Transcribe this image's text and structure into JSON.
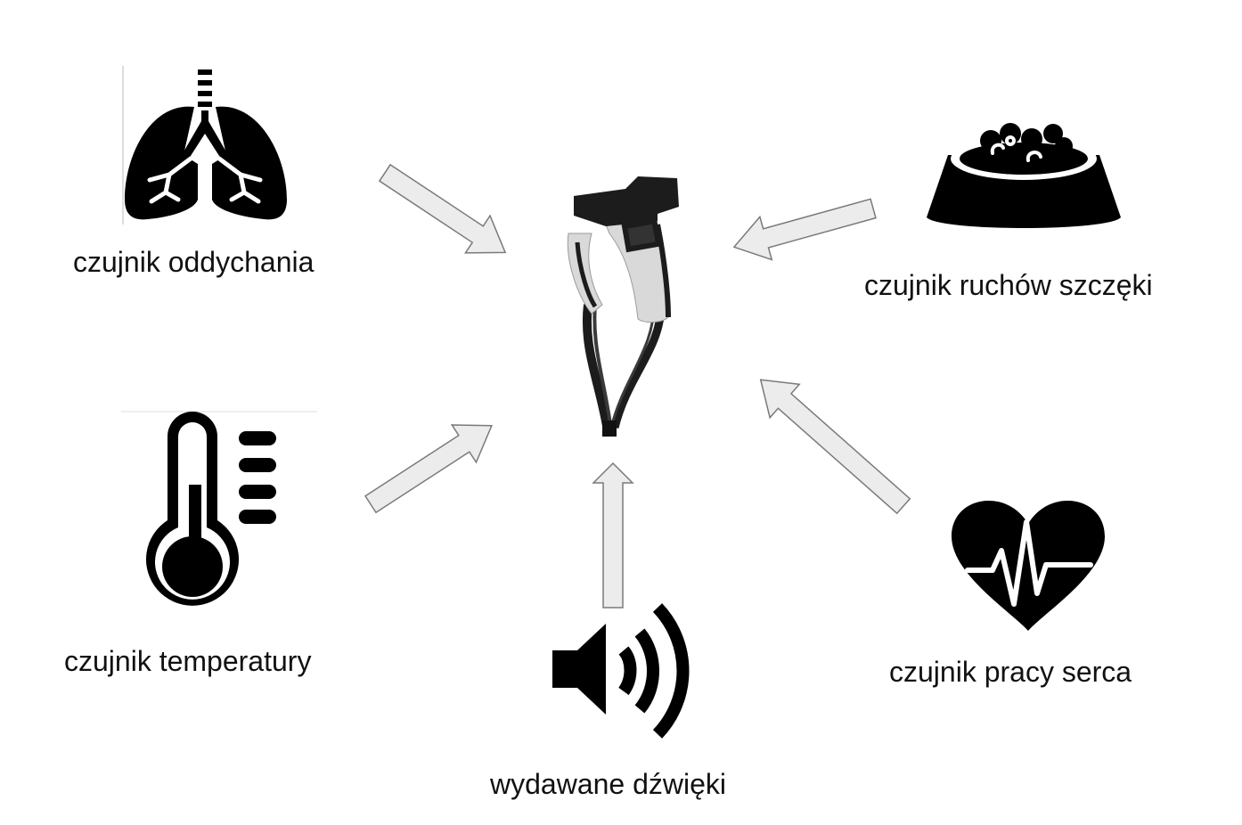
{
  "labels": {
    "breathing": "czujnik oddychania",
    "jaw": "czujnik ruchów szczęki",
    "temperature": "czujnik temperatury",
    "heart": "czujnik pracy serca",
    "sound": "wydawane dźwięki"
  },
  "icons": {
    "breathing": "lungs-icon",
    "jaw": "food-bowl-icon",
    "temperature": "thermometer-icon",
    "heart": "heart-pulse-icon",
    "sound": "speaker-icon",
    "center": "collar-device-image"
  },
  "colors": {
    "icon": "#000000",
    "arrow_fill": "#ececec",
    "arrow_stroke": "#7a7a7a",
    "device_body": "#d9d9d9",
    "device_dark": "#1c1c1c"
  }
}
